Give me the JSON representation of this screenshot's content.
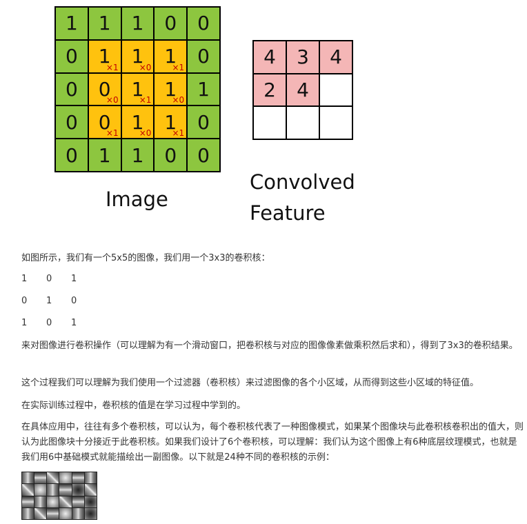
{
  "image_grid": [
    [
      {
        "v": "1",
        "c": "green"
      },
      {
        "v": "1",
        "c": "green"
      },
      {
        "v": "1",
        "c": "green"
      },
      {
        "v": "0",
        "c": "green"
      },
      {
        "v": "0",
        "c": "green"
      }
    ],
    [
      {
        "v": "0",
        "c": "green"
      },
      {
        "v": "1",
        "c": "orange",
        "m": "×1"
      },
      {
        "v": "1",
        "c": "orange",
        "m": "×0"
      },
      {
        "v": "1",
        "c": "orange",
        "m": "×1"
      },
      {
        "v": "0",
        "c": "green"
      }
    ],
    [
      {
        "v": "0",
        "c": "green"
      },
      {
        "v": "0",
        "c": "orange",
        "m": "×0"
      },
      {
        "v": "1",
        "c": "orange",
        "m": "×1"
      },
      {
        "v": "1",
        "c": "orange",
        "m": "×0"
      },
      {
        "v": "1",
        "c": "green"
      }
    ],
    [
      {
        "v": "0",
        "c": "green"
      },
      {
        "v": "0",
        "c": "orange",
        "m": "×1"
      },
      {
        "v": "1",
        "c": "orange",
        "m": "×0"
      },
      {
        "v": "1",
        "c": "orange",
        "m": "×1"
      },
      {
        "v": "0",
        "c": "green"
      }
    ],
    [
      {
        "v": "0",
        "c": "green"
      },
      {
        "v": "1",
        "c": "green"
      },
      {
        "v": "1",
        "c": "green"
      },
      {
        "v": "0",
        "c": "green"
      },
      {
        "v": "0",
        "c": "green"
      }
    ]
  ],
  "feature_grid": [
    [
      {
        "v": "4",
        "c": "pink"
      },
      {
        "v": "3",
        "c": "pink"
      },
      {
        "v": "4",
        "c": "pink"
      }
    ],
    [
      {
        "v": "2",
        "c": "pink"
      },
      {
        "v": "4",
        "c": "pink"
      },
      {
        "v": "",
        "c": "white"
      }
    ],
    [
      {
        "v": "",
        "c": "white"
      },
      {
        "v": "",
        "c": "white"
      },
      {
        "v": "",
        "c": "white"
      }
    ]
  ],
  "captions": {
    "image": "Image",
    "feature_line1": "Convolved",
    "feature_line2": "Feature"
  },
  "article": {
    "intro": "如图所示，我们有一个5x5的图像，我们用一个3x3的卷积核：",
    "kernel_rows": [
      [
        "1",
        "0",
        "1"
      ],
      [
        "0",
        "1",
        "0"
      ],
      [
        "1",
        "0",
        "1"
      ]
    ],
    "p2": "来对图像进行卷积操作（可以理解为有一个滑动窗口，把卷积核与对应的图像像素做乘积然后求和），得到了3x3的卷积结果。",
    "p3": "这个过程我们可以理解为我们使用一个过滤器（卷积核）来过滤图像的各个小区域，从而得到这些小区域的特征值。",
    "p4": "在实际训练过程中，卷积核的值是在学习过程中学到的。",
    "p5": "在具体应用中，往往有多个卷积核，可以认为，每个卷积核代表了一种图像模式，如果某个图像块与此卷积核卷积出的值大，则认为此图像块十分接近于此卷积核。如果我们设计了6个卷积核，可以理解：我们认为这个图像上有6种底层纹理模式，也就是我们用6中基础模式就能描绘出一副图像。以下就是24种不同的卷积核的示例："
  },
  "colors": {
    "green": "#8dc63f",
    "orange": "#ffc20e",
    "pink": "#f4b6b6",
    "multiplier": "#c00000"
  }
}
